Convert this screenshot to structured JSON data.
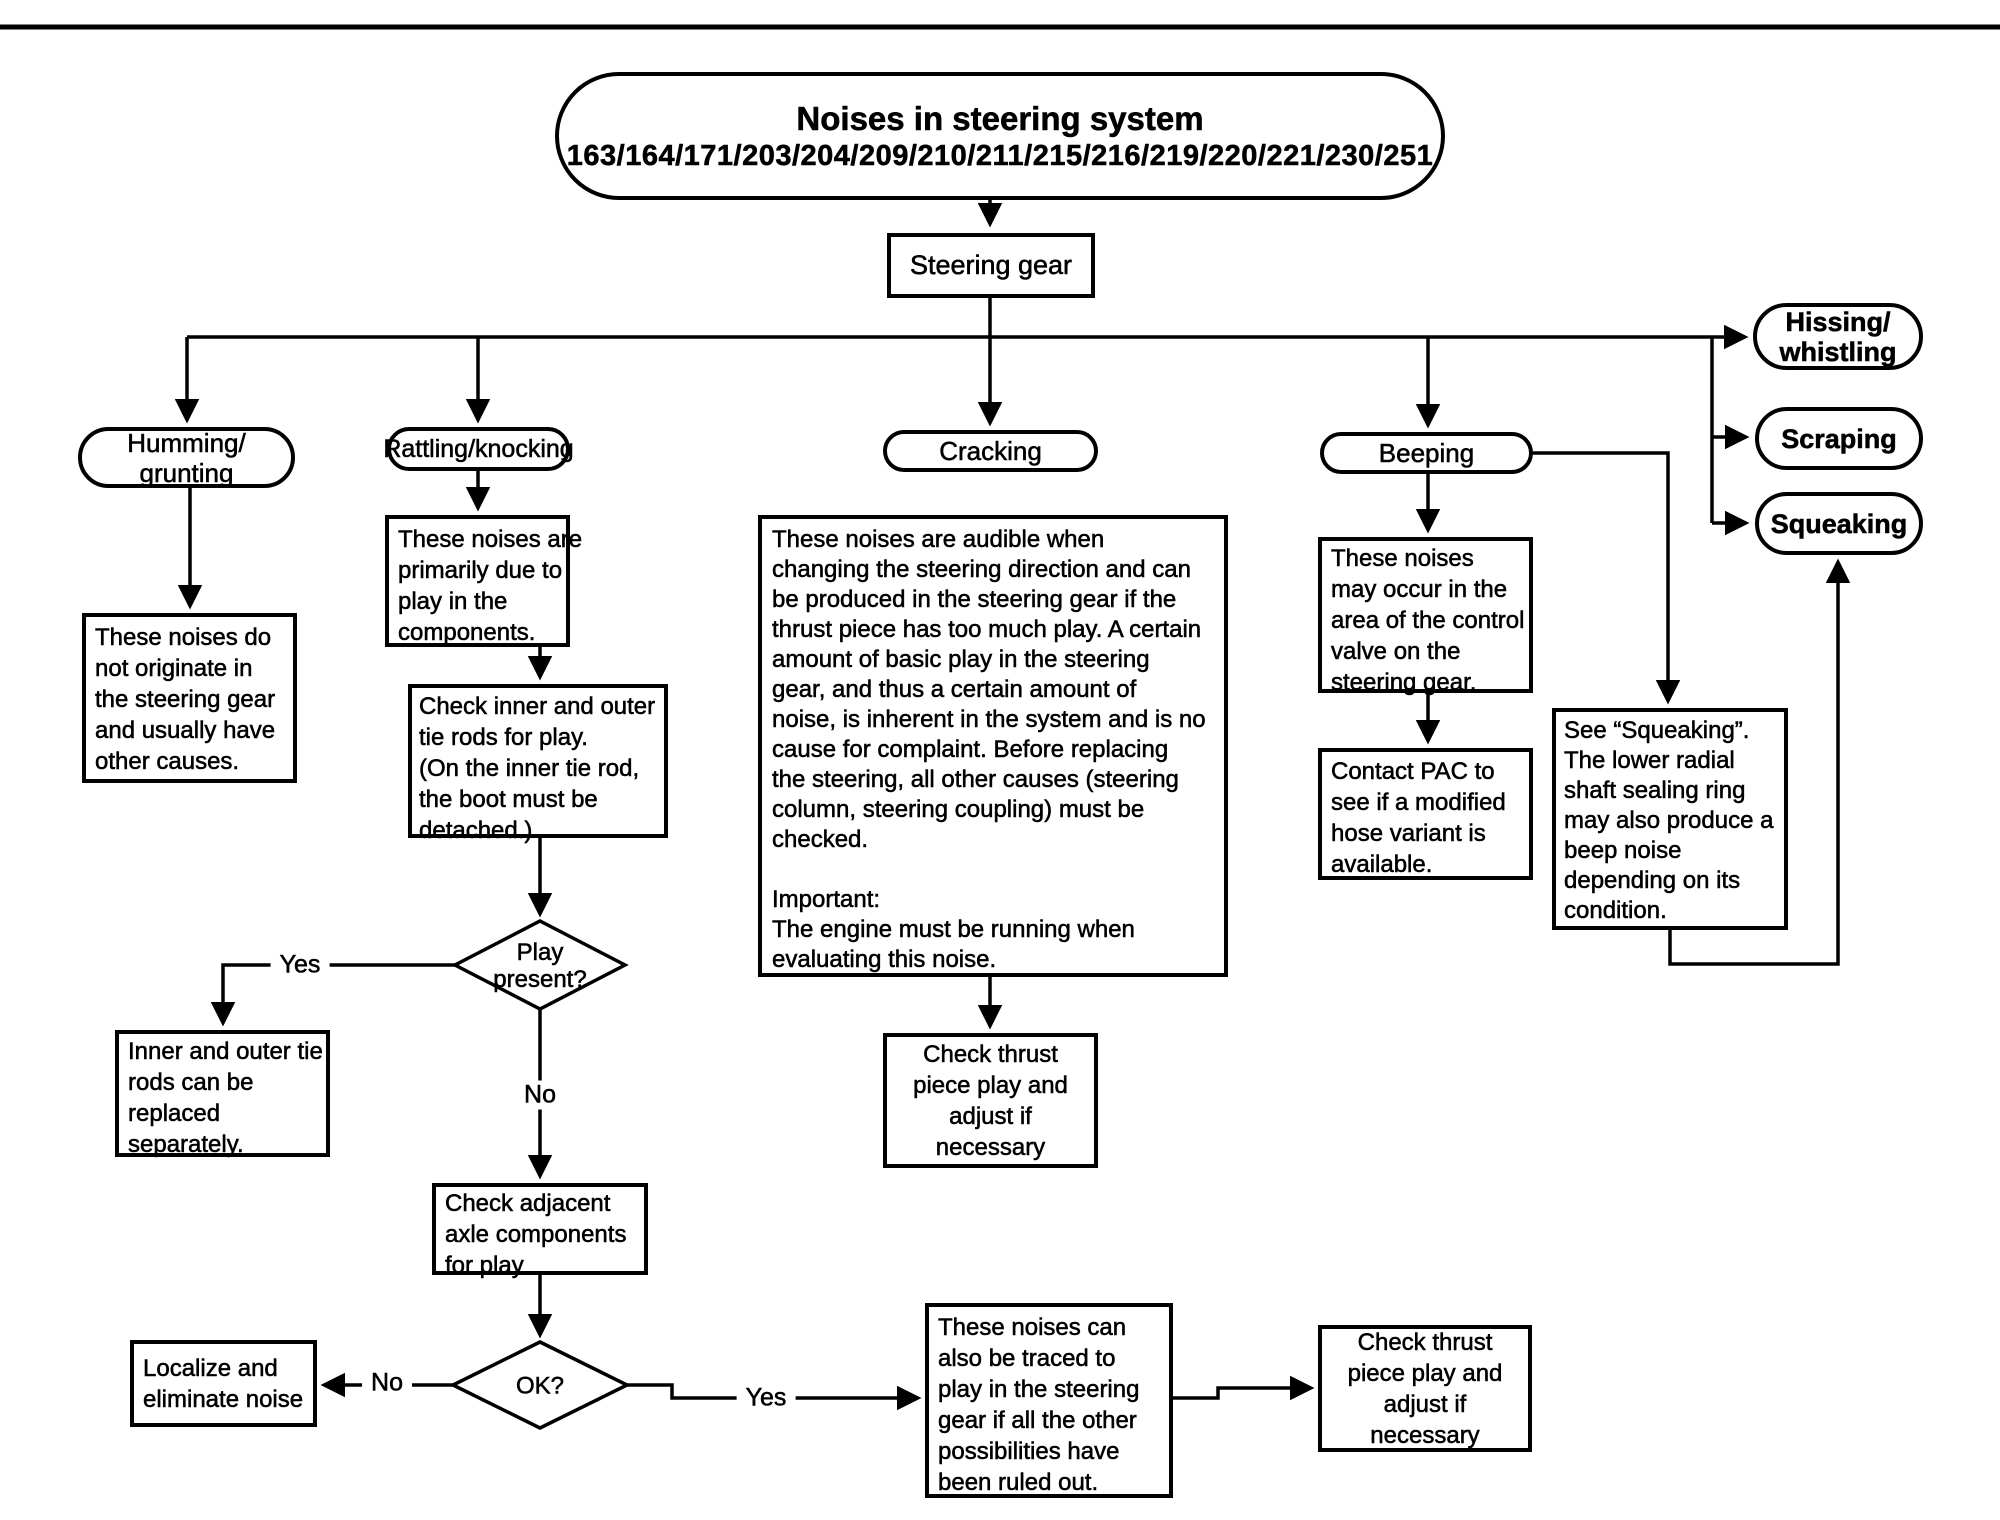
{
  "page": {
    "title_line1": "Noises in steering system",
    "title_line2": "163/164/171/203/204/209/210/211/215/216/219/220/221/230/251"
  },
  "nodes": {
    "steering_gear": "Steering gear",
    "humming": "Humming/\ngrunting",
    "rattling": "Rattling/knocking",
    "cracking": "Cracking",
    "beeping": "Beeping",
    "hissing": "Hissing/\nwhistling",
    "scraping": "Scraping",
    "squeaking": "Squeaking",
    "humming_desc": "These noises do\nnot originate in\nthe steering gear\nand usually have\nother causes.",
    "rattling_desc": "These noises are\nprimarily due to\nplay in the\ncomponents.",
    "tie_rod_check": "Check inner and outer\ntie rods for play.\n(On the inner tie rod,\nthe boot must be\ndetached.)",
    "play_present": "Play\npresent?",
    "tie_rod_replace": "Inner and outer tie\nrods can be\nreplaced\nseparately.",
    "axle_check": "Check adjacent\naxle components\nfor play",
    "ok": "OK?",
    "localize": "Localize and\neliminate noise",
    "traced": "These noises can\nalso be traced to\nplay in the steering\ngear if all the other\npossibilities have\nbeen ruled out.",
    "check_thrust_bottom": "Check thrust\npiece play and\nadjust if\nnecessary",
    "cracking_desc": "These noises are audible when\nchanging the steering direction and can\nbe produced in the steering gear if the\nthrust piece has too much play. A certain\namount of basic play in the steering\ngear, and thus a certain amount of\nnoise, is inherent in the system and is no\ncause for complaint. Before replacing\nthe steering, all other causes (steering\ncolumn, steering coupling) must be\nchecked.\n\nImportant:\nThe engine must be running when\nevaluating this noise.",
    "check_thrust_mid": "Check thrust\npiece play and\nadjust if\nnecessary",
    "beeping_desc": "These noises\nmay occur in the\narea of the control\nvalve on the\nsteering gear.",
    "contact_pac": "Contact PAC to\nsee if a modified\nhose variant is\navailable.",
    "see_squeaking": "See “Squeaking”.\nThe lower radial\nshaft sealing ring\nmay also produce a\nbeep noise\ndepending on its\ncondition."
  },
  "edge_labels": {
    "play_yes": "Yes",
    "play_no": "No",
    "ok_no": "No",
    "ok_yes": "Yes"
  }
}
